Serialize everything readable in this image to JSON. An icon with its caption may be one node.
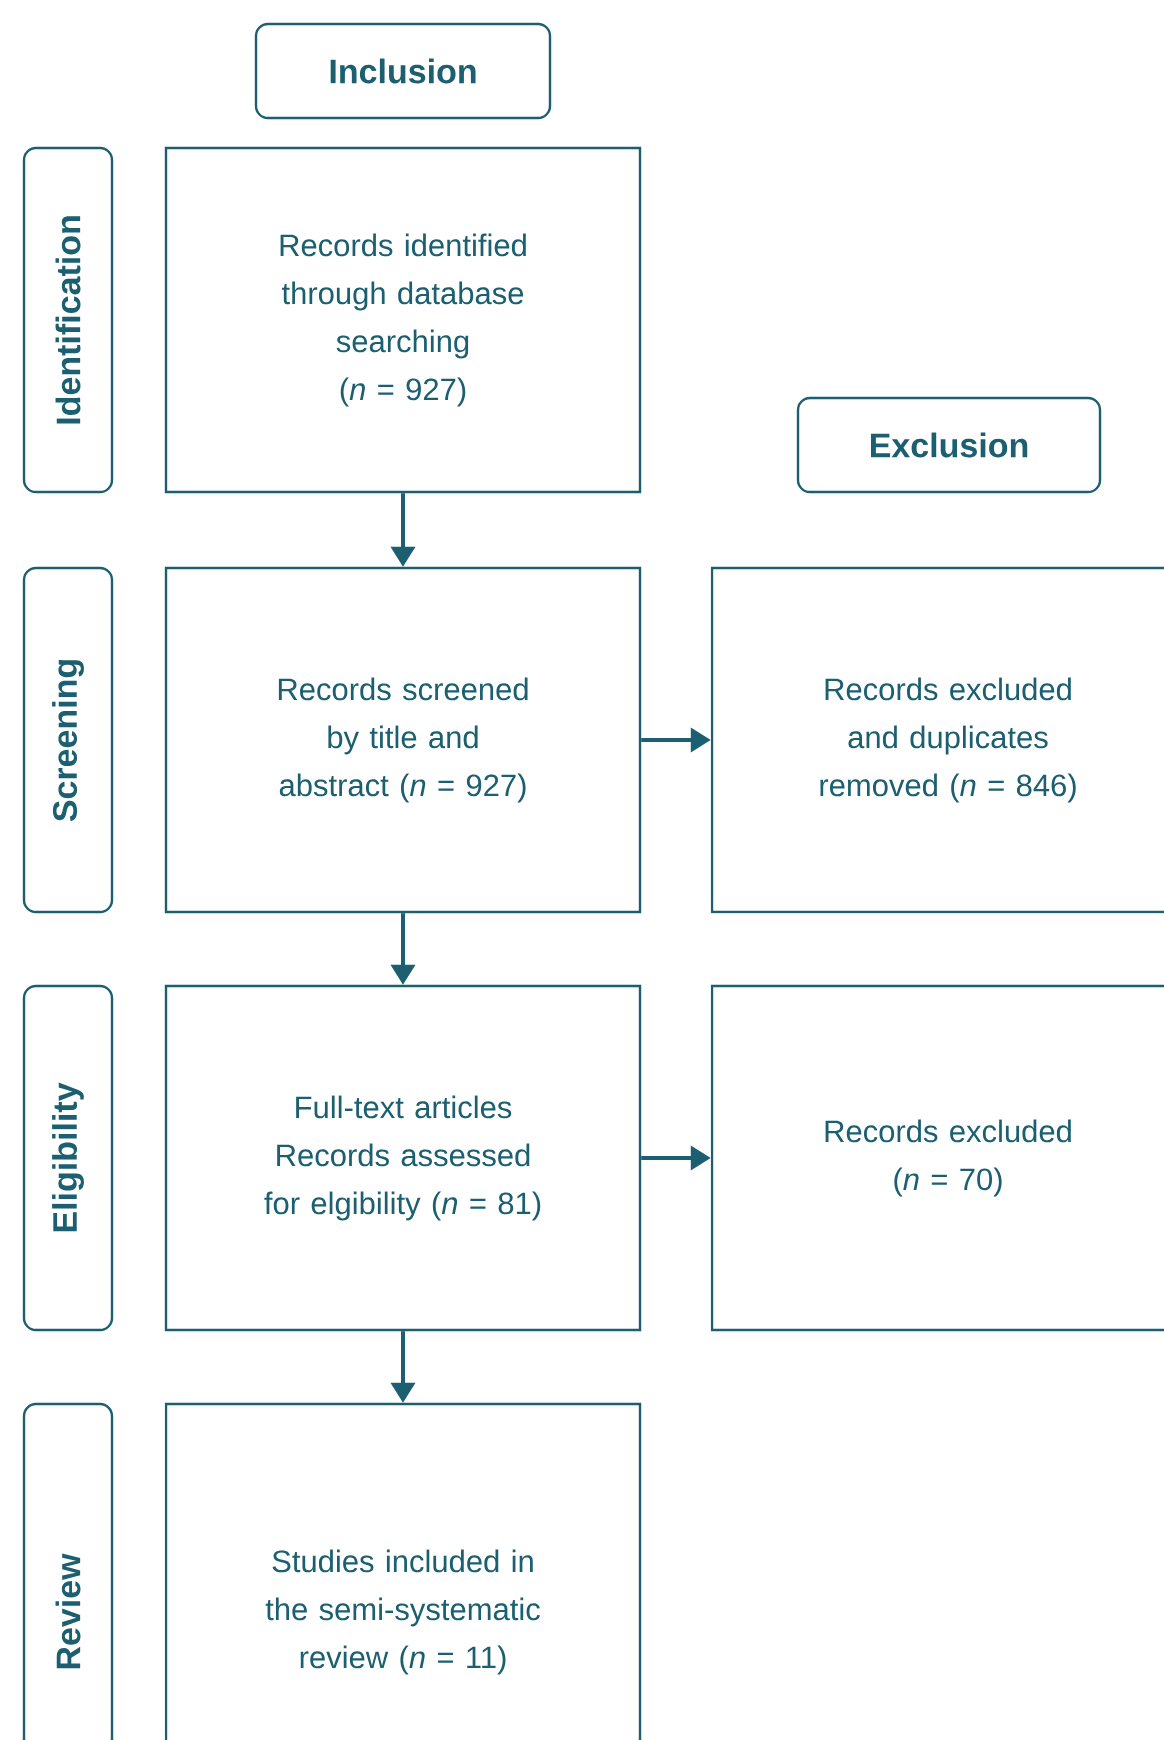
{
  "diagram": {
    "nodes": [
      {
        "text": [
          "Inclusion"
        ]
      },
      {
        "text": [
          "Identification"
        ]
      },
      {
        "text": [
          "Records identified through database searching (*n* = 927)"
        ]
      },
      {
        "text": [
          "Exclusion"
        ]
      },
      {
        "text": [
          "Screening"
        ]
      },
      {
        "text": [
          "Records screened by title and abstract (*n* = 927)"
        ]
      },
      {
        "text": [
          "Records excluded and duplicates removed (*n* = 846)"
        ]
      },
      {
        "text": [
          "Eligibility"
        ]
      },
      {
        "text": [
          "Full-text articles Records assessed for elgibility (*n* = 81)"
        ]
      },
      {
        "text": [
          "Records excluded (*n* = 70)"
        ]
      },
      {
        "text": [
          "Review"
        ]
      },
      {
        "text": [
          "Studies included in the semi-systematic review (*n* = 11)"
        ]
      }
    ],
    "edges": [
      {
        "from": 2,
        "to": 5,
        "arrow": "to"
      },
      {
        "from": 5,
        "to": 6,
        "arrow": "to"
      },
      {
        "from": 5,
        "to": 8,
        "arrow": "to"
      },
      {
        "from": 8,
        "to": 9,
        "arrow": "to"
      },
      {
        "from": 8,
        "to": 11,
        "arrow": "to"
      }
    ]
  }
}
